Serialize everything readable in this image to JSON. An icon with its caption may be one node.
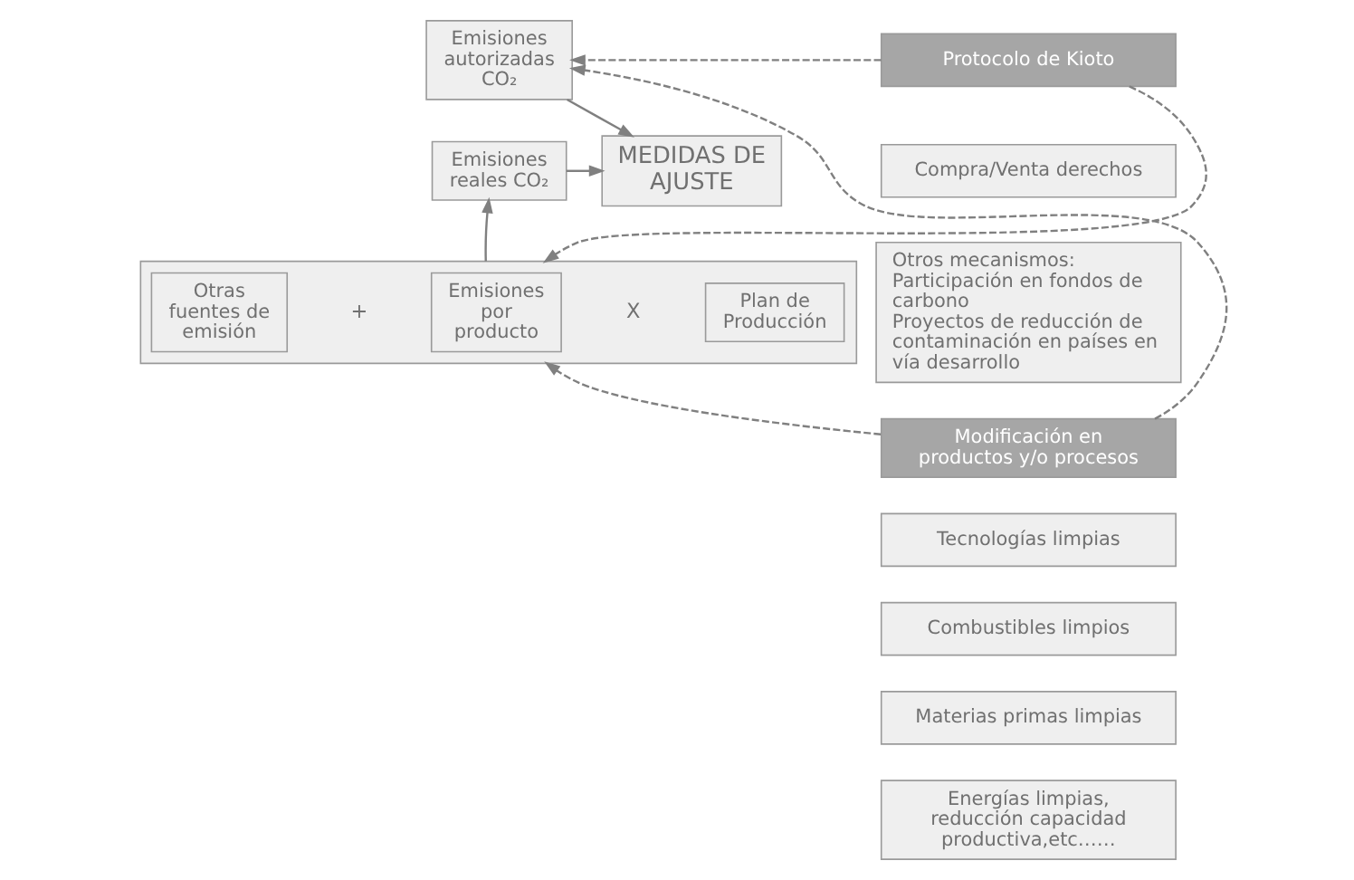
{
  "diagram": {
    "nodes": [
      {
        "text": [
          "Emisiones autorizadas CO₂"
        ]
      },
      {
        "text": [
          "MEDIDAS DE AJUSTE"
        ]
      },
      {
        "text": [
          "Emisiones reales CO₂"
        ]
      },
      {
        "text": [],
        "shape": "box"
      },
      {
        "text": [
          "Otras fuentes de emisión"
        ],
        "in": 3
      },
      {
        "text": [
          "Emisiones por producto"
        ],
        "in": 3
      },
      {
        "text": [
          "Plan de Producción"
        ],
        "in": 3
      },
      {
        "text": [
          "Protocolo de Kioto"
        ]
      },
      {
        "text": [
          "Compra/Venta derechos"
        ]
      },
      {
        "text": [
          "Otros mecanismos:",
          "Participación en fondos de carbono",
          "Proyectos de reducción de contaminación en países en vía desarrollo"
        ]
      },
      {
        "text": [
          "Modificación en productos y/o procesos"
        ]
      },
      {
        "text": [
          "Tecnologías limpias"
        ]
      },
      {
        "text": [
          "Combustibles limpios"
        ]
      },
      {
        "text": [
          "Materias primas limpias"
        ]
      },
      {
        "text": [
          "Energías limpias, reducción capacidad productiva,etc……"
        ]
      }
    ],
    "edges": [
      {
        "from": 0,
        "to": 1,
        "arrow": "to"
      },
      {
        "from": 2,
        "to": 1,
        "arrow": "to"
      },
      {
        "from": 3,
        "to": 2,
        "arrow": "to"
      },
      {
        "from": 7,
        "to": 0,
        "arrow": "to",
        "style": "dashed"
      },
      {
        "from": 7,
        "to": 3,
        "arrow": "to",
        "style": "dashed"
      },
      {
        "from": 10,
        "to": 0,
        "arrow": "to",
        "style": "dashed"
      },
      {
        "from": 10,
        "to": 3,
        "arrow": "to",
        "style": "dashed"
      }
    ],
    "labels": [
      "+",
      "X"
    ]
  }
}
